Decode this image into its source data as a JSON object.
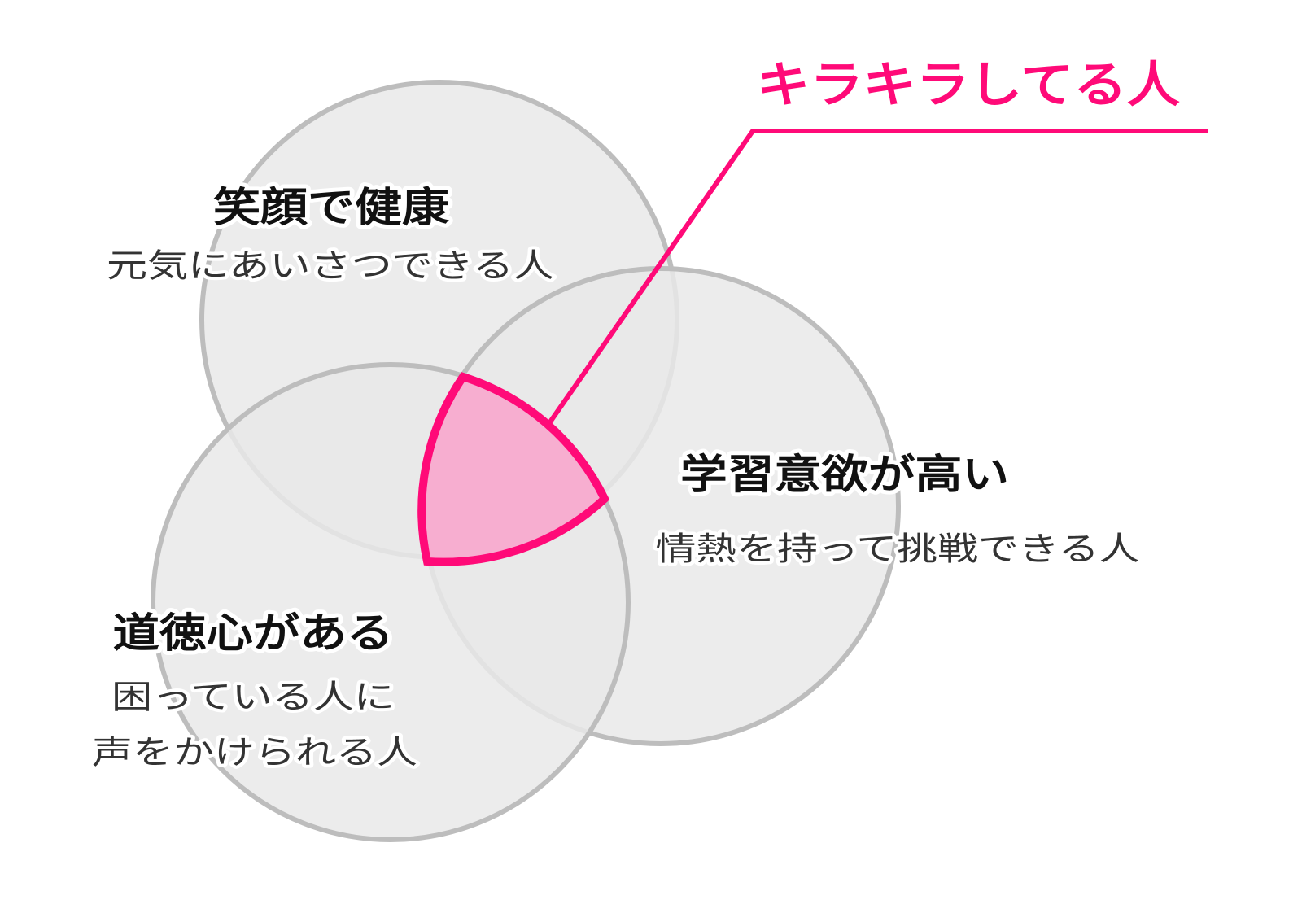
{
  "colors": {
    "accent": "#ff0a78",
    "highlight_fill": "#f7aed0",
    "circle_fill": "#e9e9e9",
    "circle_stroke": "#bdbdbd",
    "title_text": "#111111",
    "desc_text": "#333333"
  },
  "callout": {
    "label": "キラキラしてる人"
  },
  "sets": [
    {
      "title": "笑顔で健康",
      "description": [
        "元気にあいさつできる人"
      ]
    },
    {
      "title": "学習意欲が高い",
      "description": [
        "情熱を持って挑戦できる人"
      ]
    },
    {
      "title": "道徳心がある",
      "description": [
        "困っている人に",
        "声をかけられる人"
      ]
    }
  ]
}
